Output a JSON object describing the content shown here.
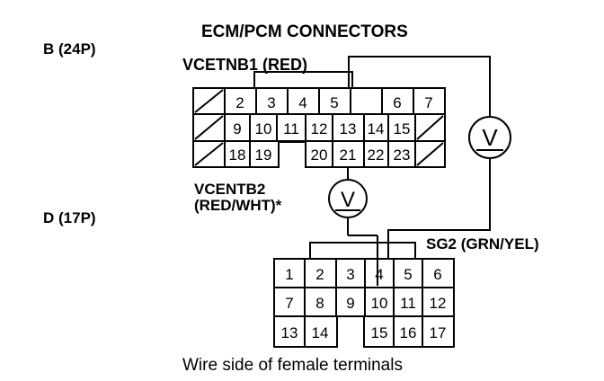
{
  "title": "ECM/PCM CONNECTORS",
  "connector_b": {
    "label": "B (24P)",
    "wire_label": "VCETNB1 (RED)",
    "pins": [
      "2",
      "3",
      "4",
      "5",
      "6",
      "7",
      "9",
      "10",
      "11",
      "12",
      "13",
      "14",
      "15",
      "18",
      "19",
      "20",
      "21",
      "22",
      "23"
    ]
  },
  "connector_d": {
    "label": "D (17P)",
    "pins": [
      "1",
      "2",
      "3",
      "4",
      "5",
      "6",
      "7",
      "8",
      "9",
      "10",
      "11",
      "12",
      "13",
      "14",
      "15",
      "16",
      "17"
    ]
  },
  "voltmeter_left": {
    "wire_label_line1": "VCENTB2",
    "wire_label_line2": "(RED/WHT)*",
    "symbol": "V"
  },
  "voltmeter_right": {
    "symbol": "V"
  },
  "ground_label": "SG2 (GRN/YEL)",
  "caption": "Wire side of female terminals"
}
